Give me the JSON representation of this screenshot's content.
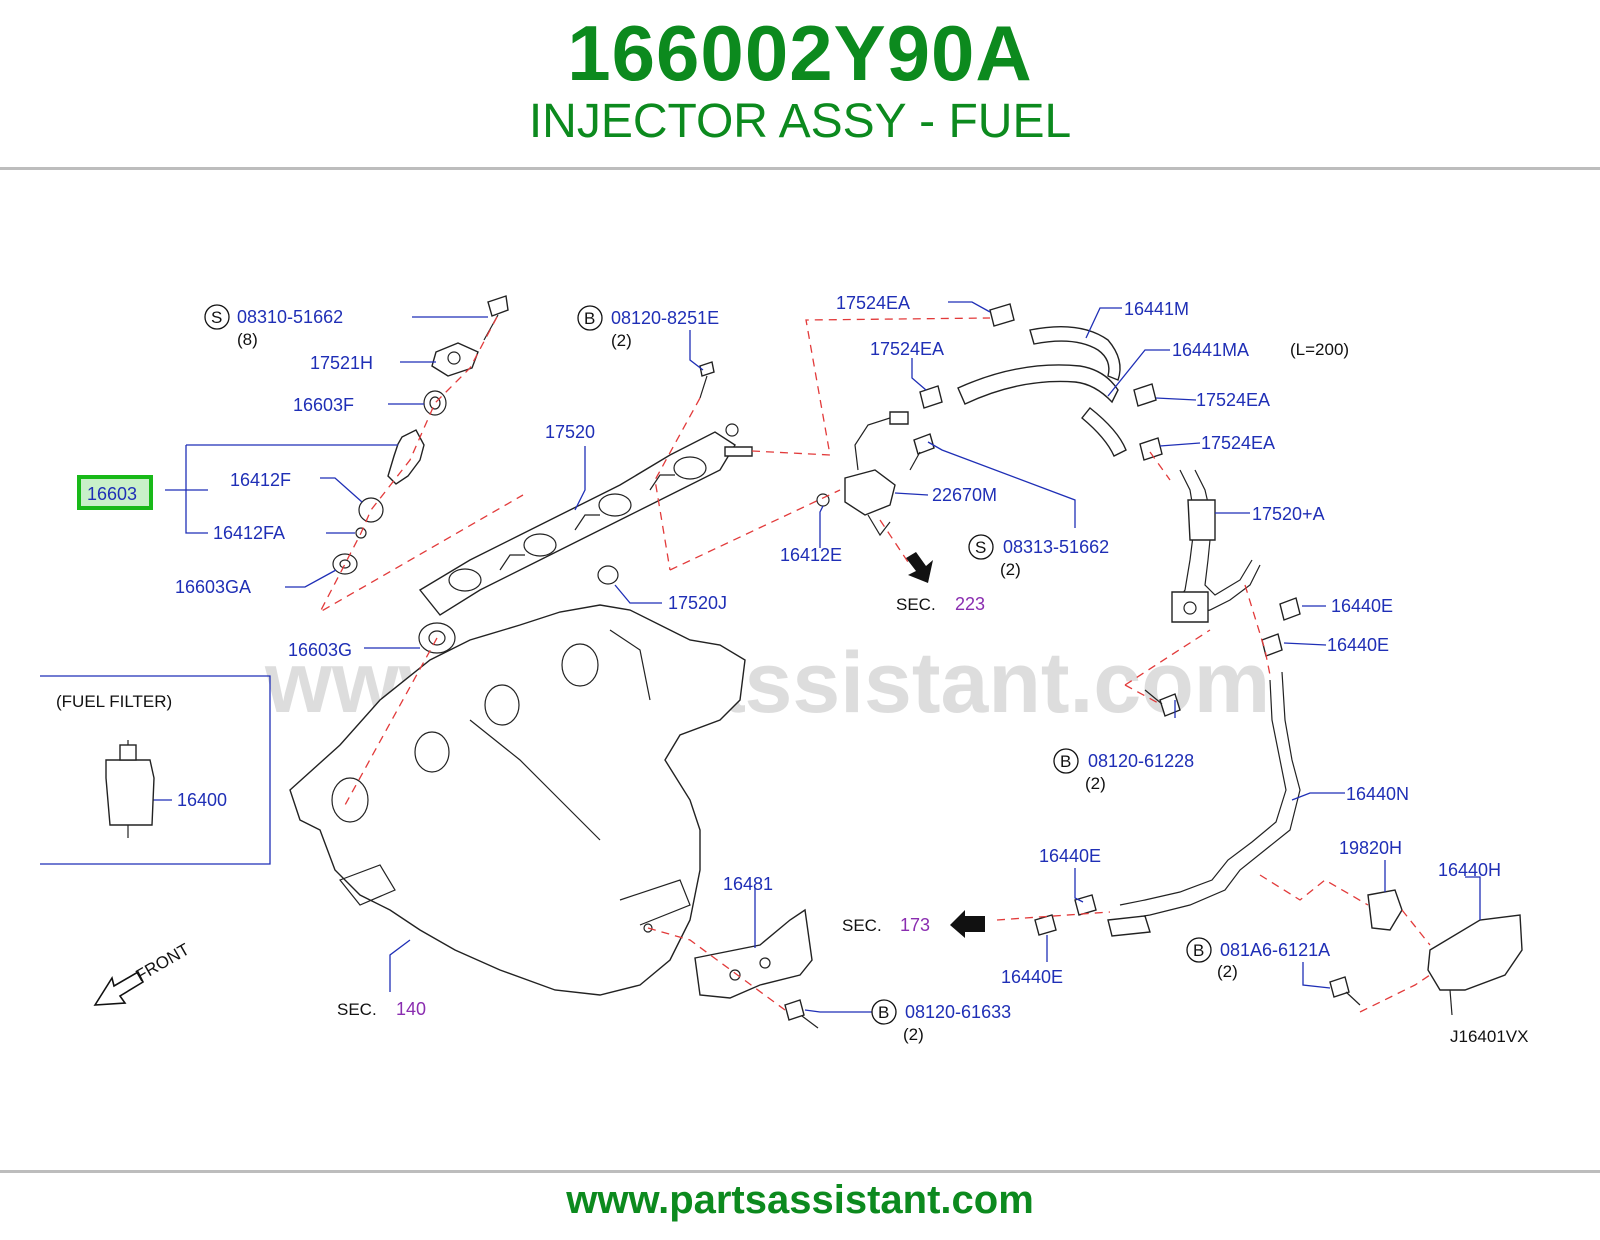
{
  "header": {
    "part_number": "166002Y90A",
    "part_name": "INJECTOR ASSY - FUEL"
  },
  "footer": {
    "url": "www.partsassistant.com"
  },
  "watermark": "www.partsassistant.com",
  "colors": {
    "accent": "#0c8a1e",
    "label": "#1f2fb6",
    "section": "#8a2db0",
    "dash": "#e23a3a",
    "highlight": "#2bc42b"
  },
  "diagram": {
    "code": "J16401VX",
    "highlighted_part": "16603",
    "fuel_filter_title": "(FUEL   FILTER)",
    "front_label": "FRONT",
    "length_note": "(L=200)",
    "callouts": {
      "p08310": {
        "prefix": "S",
        "number": "08310-51662",
        "qty": "(8)"
      },
      "p08120_8251": {
        "prefix": "B",
        "number": "08120-8251E",
        "qty": "(2)"
      },
      "p08313": {
        "prefix": "S",
        "number": "08313-51662",
        "qty": "(2)"
      },
      "p08120_61228": {
        "prefix": "B",
        "number": "08120-61228",
        "qty": "(2)"
      },
      "p081A6": {
        "prefix": "B",
        "number": "081A6-6121A",
        "qty": "(2)"
      },
      "p08120_61633": {
        "prefix": "B",
        "number": "08120-61633",
        "qty": "(2)"
      }
    },
    "labels": {
      "l17521H": "17521H",
      "l16603F": "16603F",
      "l16412F": "16412F",
      "l16412FA": "16412FA",
      "l16603GA": "16603GA",
      "l16603G": "16603G",
      "l17520": "17520",
      "l17520J": "17520J",
      "l17524EA_1": "17524EA",
      "l17524EA_2": "17524EA",
      "l17524EA_3": "17524EA",
      "l17524EA_4": "17524EA",
      "l16441M": "16441M",
      "l16441MA": "16441MA",
      "l22670M": "22670M",
      "l16412E": "16412E",
      "l17520A": "17520+A",
      "l16440E_1": "16440E",
      "l16440E_2": "16440E",
      "l16440E_3": "16440E",
      "l16440E_4": "16440E",
      "l16440N": "16440N",
      "l19820H": "19820H",
      "l16440H": "16440H",
      "l16481": "16481",
      "l16400": "16400"
    },
    "sections": {
      "s223": {
        "label": "SEC.",
        "number": "223"
      },
      "s173": {
        "label": "SEC.",
        "number": "173"
      },
      "s140": {
        "label": "SEC.",
        "number": "140"
      }
    }
  }
}
